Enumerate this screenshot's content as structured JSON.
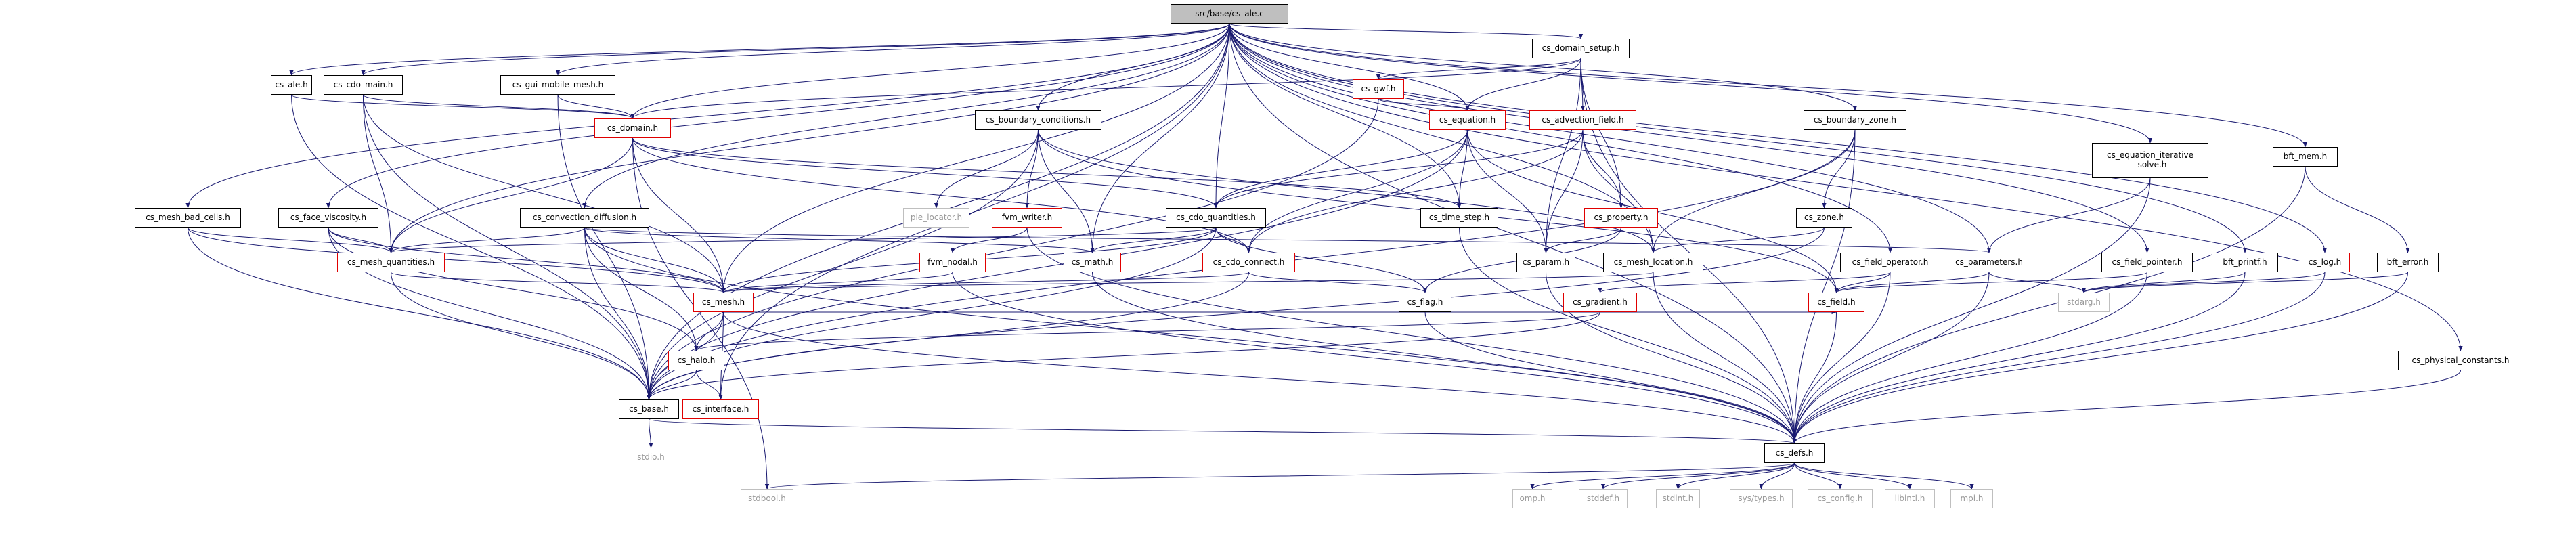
{
  "nodes": [
    {
      "id": "cs_ale_c",
      "label": "src/base/cs_ale.c",
      "kind": "root"
    },
    {
      "id": "cs_ale_h",
      "label": "cs_ale.h",
      "kind": "doc"
    },
    {
      "id": "cs_cdo_main_h",
      "label": "cs_cdo_main.h",
      "kind": "doc"
    },
    {
      "id": "cs_gui_mobile_mesh_h",
      "label": "cs_gui_mobile_mesh.h",
      "kind": "doc"
    },
    {
      "id": "cs_domain_setup_h",
      "label": "cs_domain_setup.h",
      "kind": "doc"
    },
    {
      "id": "cs_gwf_h",
      "label": "cs_gwf.h",
      "kind": "red"
    },
    {
      "id": "cs_domain_h",
      "label": "cs_domain.h",
      "kind": "red"
    },
    {
      "id": "cs_boundary_conditions_h",
      "label": "cs_boundary_conditions.h",
      "kind": "doc"
    },
    {
      "id": "cs_equation_h",
      "label": "cs_equation.h",
      "kind": "red"
    },
    {
      "id": "cs_advection_field_h",
      "label": "cs_advection_field.h",
      "kind": "red"
    },
    {
      "id": "cs_boundary_zone_h",
      "label": "cs_boundary_zone.h",
      "kind": "doc"
    },
    {
      "id": "cs_equation_iterative_solve_h",
      "label": "cs_equation_iterative\n_solve.h",
      "kind": "doc"
    },
    {
      "id": "bft_mem_h",
      "label": "bft_mem.h",
      "kind": "doc"
    },
    {
      "id": "cs_mesh_bad_cells_h",
      "label": "cs_mesh_bad_cells.h",
      "kind": "doc"
    },
    {
      "id": "cs_face_viscosity_h",
      "label": "cs_face_viscosity.h",
      "kind": "doc"
    },
    {
      "id": "cs_convection_diffusion_h",
      "label": "cs_convection_diffusion.h",
      "kind": "doc"
    },
    {
      "id": "ple_locator_h",
      "label": "ple_locator.h",
      "kind": "undoc"
    },
    {
      "id": "fvm_writer_h",
      "label": "fvm_writer.h",
      "kind": "red"
    },
    {
      "id": "cs_cdo_quantities_h",
      "label": "cs_cdo_quantities.h",
      "kind": "doc"
    },
    {
      "id": "cs_time_step_h",
      "label": "cs_time_step.h",
      "kind": "doc"
    },
    {
      "id": "cs_property_h",
      "label": "cs_property.h",
      "kind": "red"
    },
    {
      "id": "cs_zone_h",
      "label": "cs_zone.h",
      "kind": "doc"
    },
    {
      "id": "cs_mesh_quantities_h",
      "label": "cs_mesh_quantities.h",
      "kind": "red"
    },
    {
      "id": "fvm_nodal_h",
      "label": "fvm_nodal.h",
      "kind": "red"
    },
    {
      "id": "cs_math_h",
      "label": "cs_math.h",
      "kind": "red"
    },
    {
      "id": "cs_cdo_connect_h",
      "label": "cs_cdo_connect.h",
      "kind": "red"
    },
    {
      "id": "cs_param_h",
      "label": "cs_param.h",
      "kind": "doc"
    },
    {
      "id": "cs_mesh_location_h",
      "label": "cs_mesh_location.h",
      "kind": "doc"
    },
    {
      "id": "cs_field_operator_h",
      "label": "cs_field_operator.h",
      "kind": "doc"
    },
    {
      "id": "cs_parameters_h",
      "label": "cs_parameters.h",
      "kind": "red"
    },
    {
      "id": "cs_field_pointer_h",
      "label": "cs_field_pointer.h",
      "kind": "doc"
    },
    {
      "id": "bft_printf_h",
      "label": "bft_printf.h",
      "kind": "doc"
    },
    {
      "id": "cs_log_h",
      "label": "cs_log.h",
      "kind": "red"
    },
    {
      "id": "bft_error_h",
      "label": "bft_error.h",
      "kind": "doc"
    },
    {
      "id": "cs_mesh_h",
      "label": "cs_mesh.h",
      "kind": "red"
    },
    {
      "id": "cs_flag_h",
      "label": "cs_flag.h",
      "kind": "doc"
    },
    {
      "id": "cs_gradient_h",
      "label": "cs_gradient.h",
      "kind": "red"
    },
    {
      "id": "cs_field_h",
      "label": "cs_field.h",
      "kind": "red"
    },
    {
      "id": "stdarg_h",
      "label": "stdarg.h",
      "kind": "undoc"
    },
    {
      "id": "cs_physical_constants_h",
      "label": "cs_physical_constants.h",
      "kind": "doc"
    },
    {
      "id": "cs_halo_h",
      "label": "cs_halo.h",
      "kind": "red"
    },
    {
      "id": "cs_base_h",
      "label": "cs_base.h",
      "kind": "doc"
    },
    {
      "id": "cs_interface_h",
      "label": "cs_interface.h",
      "kind": "red"
    },
    {
      "id": "stdio_h",
      "label": "stdio.h",
      "kind": "undoc"
    },
    {
      "id": "cs_defs_h",
      "label": "cs_defs.h",
      "kind": "doc"
    },
    {
      "id": "stdbool_h",
      "label": "stdbool.h",
      "kind": "undoc"
    },
    {
      "id": "omp_h",
      "label": "omp.h",
      "kind": "undoc"
    },
    {
      "id": "stddef_h",
      "label": "stddef.h",
      "kind": "undoc"
    },
    {
      "id": "stdint_h",
      "label": "stdint.h",
      "kind": "undoc"
    },
    {
      "id": "sys_types_h",
      "label": "sys/types.h",
      "kind": "undoc"
    },
    {
      "id": "cs_config_h",
      "label": "cs_config.h",
      "kind": "undoc"
    },
    {
      "id": "libintl_h",
      "label": "libintl.h",
      "kind": "undoc"
    },
    {
      "id": "mpi_h",
      "label": "mpi.h",
      "kind": "undoc"
    }
  ],
  "edges": [
    [
      "cs_ale_c",
      "cs_ale_h"
    ],
    [
      "cs_ale_c",
      "cs_cdo_main_h"
    ],
    [
      "cs_ale_c",
      "cs_gui_mobile_mesh_h"
    ],
    [
      "cs_ale_c",
      "cs_domain_setup_h"
    ],
    [
      "cs_ale_c",
      "cs_domain_h"
    ],
    [
      "cs_ale_c",
      "cs_boundary_conditions_h"
    ],
    [
      "cs_ale_c",
      "cs_equation_h"
    ],
    [
      "cs_ale_c",
      "cs_boundary_zone_h"
    ],
    [
      "cs_ale_c",
      "cs_equation_iterative_solve_h"
    ],
    [
      "cs_ale_c",
      "bft_mem_h"
    ],
    [
      "cs_ale_c",
      "cs_mesh_bad_cells_h"
    ],
    [
      "cs_ale_c",
      "cs_face_viscosity_h"
    ],
    [
      "cs_ale_c",
      "cs_convection_diffusion_h"
    ],
    [
      "cs_ale_c",
      "cs_cdo_quantities_h"
    ],
    [
      "cs_ale_c",
      "cs_time_step_h"
    ],
    [
      "cs_ale_c",
      "cs_mesh_quantities_h"
    ],
    [
      "cs_ale_c",
      "cs_math_h"
    ],
    [
      "cs_ale_c",
      "cs_field_operator_h"
    ],
    [
      "cs_ale_c",
      "cs_field_pointer_h"
    ],
    [
      "cs_ale_c",
      "bft_printf_h"
    ],
    [
      "cs_ale_c",
      "cs_log_h"
    ],
    [
      "cs_ale_c",
      "cs_mesh_h"
    ],
    [
      "cs_ale_c",
      "cs_physical_constants_h"
    ],
    [
      "cs_ale_c",
      "cs_base_h"
    ],
    [
      "cs_ale_c",
      "cs_interface_h"
    ],
    [
      "cs_ale_c",
      "cs_defs_h"
    ],
    [
      "cs_ale_c",
      "cs_mesh_location_h"
    ],
    [
      "cs_ale_c",
      "cs_parameters_h"
    ],
    [
      "cs_ale_h",
      "cs_domain_h"
    ],
    [
      "cs_ale_h",
      "cs_base_h"
    ],
    [
      "cs_cdo_main_h",
      "cs_domain_h"
    ],
    [
      "cs_cdo_main_h",
      "cs_mesh_quantities_h"
    ],
    [
      "cs_cdo_main_h",
      "cs_base_h"
    ],
    [
      "cs_cdo_main_h",
      "cs_mesh_h"
    ],
    [
      "cs_gui_mobile_mesh_h",
      "cs_domain_h"
    ],
    [
      "cs_gui_mobile_mesh_h",
      "cs_base_h"
    ],
    [
      "cs_domain_setup_h",
      "cs_domain_h"
    ],
    [
      "cs_domain_setup_h",
      "cs_gwf_h"
    ],
    [
      "cs_domain_setup_h",
      "cs_equation_h"
    ],
    [
      "cs_domain_setup_h",
      "cs_advection_field_h"
    ],
    [
      "cs_domain_setup_h",
      "cs_property_h"
    ],
    [
      "cs_domain_setup_h",
      "cs_param_h"
    ],
    [
      "cs_domain_setup_h",
      "cs_defs_h"
    ],
    [
      "cs_gwf_h",
      "cs_equation_h"
    ],
    [
      "cs_gwf_h",
      "cs_base_h"
    ],
    [
      "cs_domain_h",
      "cs_mesh_quantities_h"
    ],
    [
      "cs_domain_h",
      "cs_mesh_h"
    ],
    [
      "cs_domain_h",
      "cs_cdo_quantities_h"
    ],
    [
      "cs_domain_h",
      "cs_time_step_h"
    ],
    [
      "cs_domain_h",
      "cs_cdo_connect_h"
    ],
    [
      "cs_domain_h",
      "stdbool_h"
    ],
    [
      "cs_boundary_conditions_h",
      "ple_locator_h"
    ],
    [
      "cs_boundary_conditions_h",
      "fvm_writer_h"
    ],
    [
      "cs_boundary_conditions_h",
      "cs_math_h"
    ],
    [
      "cs_boundary_conditions_h",
      "cs_mesh_location_h"
    ],
    [
      "cs_boundary_conditions_h",
      "cs_base_h"
    ],
    [
      "cs_boundary_conditions_h",
      "cs_field_h"
    ],
    [
      "cs_equation_h",
      "cs_cdo_quantities_h"
    ],
    [
      "cs_equation_h",
      "cs_time_step_h"
    ],
    [
      "cs_equation_h",
      "cs_cdo_connect_h"
    ],
    [
      "cs_equation_h",
      "cs_param_h"
    ],
    [
      "cs_equation_h",
      "cs_field_h"
    ],
    [
      "cs_equation_h",
      "cs_base_h"
    ],
    [
      "cs_advection_field_h",
      "cs_cdo_quantities_h"
    ],
    [
      "cs_advection_field_h",
      "cs_cdo_connect_h"
    ],
    [
      "cs_advection_field_h",
      "cs_property_h"
    ],
    [
      "cs_advection_field_h",
      "cs_param_h"
    ],
    [
      "cs_advection_field_h",
      "cs_mesh_location_h"
    ],
    [
      "cs_boundary_zone_h",
      "cs_zone_h"
    ],
    [
      "cs_boundary_zone_h",
      "cs_mesh_location_h"
    ],
    [
      "cs_boundary_zone_h",
      "cs_defs_h"
    ],
    [
      "cs_boundary_zone_h",
      "cs_base_h"
    ],
    [
      "cs_equation_iterative_solve_h",
      "cs_parameters_h"
    ],
    [
      "cs_equation_iterative_solve_h",
      "cs_defs_h"
    ],
    [
      "bft_mem_h",
      "bft_error_h"
    ],
    [
      "bft_mem_h",
      "cs_defs_h"
    ],
    [
      "cs_mesh_bad_cells_h",
      "cs_mesh_quantities_h"
    ],
    [
      "cs_mesh_bad_cells_h",
      "cs_mesh_h"
    ],
    [
      "cs_mesh_bad_cells_h",
      "cs_base_h"
    ],
    [
      "cs_face_viscosity_h",
      "cs_mesh_quantities_h"
    ],
    [
      "cs_face_viscosity_h",
      "cs_mesh_h"
    ],
    [
      "cs_face_viscosity_h",
      "cs_halo_h"
    ],
    [
      "cs_face_viscosity_h",
      "cs_base_h"
    ],
    [
      "cs_convection_diffusion_h",
      "cs_mesh_quantities_h"
    ],
    [
      "cs_convection_diffusion_h",
      "cs_math_h"
    ],
    [
      "cs_convection_diffusion_h",
      "cs_parameters_h"
    ],
    [
      "cs_convection_diffusion_h",
      "cs_halo_h"
    ],
    [
      "cs_convection_diffusion_h",
      "cs_base_h"
    ],
    [
      "cs_convection_diffusion_h",
      "cs_defs_h"
    ],
    [
      "cs_convection_diffusion_h",
      "cs_mesh_h"
    ],
    [
      "fvm_writer_h",
      "fvm_nodal_h"
    ],
    [
      "fvm_writer_h",
      "cs_defs_h"
    ],
    [
      "cs_cdo_quantities_h",
      "cs_math_h"
    ],
    [
      "cs_cdo_quantities_h",
      "cs_cdo_connect_h"
    ],
    [
      "cs_cdo_quantities_h",
      "cs_flag_h"
    ],
    [
      "cs_cdo_quantities_h",
      "cs_mesh_h"
    ],
    [
      "cs_cdo_quantities_h",
      "cs_mesh_quantities_h"
    ],
    [
      "cs_cdo_quantities_h",
      "cs_base_h"
    ],
    [
      "cs_time_step_h",
      "cs_defs_h"
    ],
    [
      "cs_property_h",
      "cs_param_h"
    ],
    [
      "cs_property_h",
      "cs_flag_h"
    ],
    [
      "cs_zone_h",
      "cs_mesh_location_h"
    ],
    [
      "cs_zone_h",
      "cs_base_h"
    ],
    [
      "cs_mesh_quantities_h",
      "cs_mesh_h"
    ],
    [
      "cs_mesh_quantities_h",
      "cs_base_h"
    ],
    [
      "fvm_nodal_h",
      "cs_mesh_h"
    ],
    [
      "fvm_nodal_h",
      "cs_defs_h"
    ],
    [
      "cs_math_h",
      "cs_defs_h"
    ],
    [
      "cs_cdo_connect_h",
      "cs_flag_h"
    ],
    [
      "cs_cdo_connect_h",
      "cs_mesh_h"
    ],
    [
      "cs_cdo_connect_h",
      "cs_base_h"
    ],
    [
      "cs_param_h",
      "cs_defs_h"
    ],
    [
      "cs_mesh_location_h",
      "cs_mesh_h"
    ],
    [
      "cs_mesh_location_h",
      "cs_defs_h"
    ],
    [
      "cs_field_operator_h",
      "cs_field_h"
    ],
    [
      "cs_field_operator_h",
      "cs_gradient_h"
    ],
    [
      "cs_field_operator_h",
      "cs_defs_h"
    ],
    [
      "cs_parameters_h",
      "cs_field_h"
    ],
    [
      "cs_parameters_h",
      "stdarg_h"
    ],
    [
      "cs_parameters_h",
      "cs_defs_h"
    ],
    [
      "cs_field_pointer_h",
      "cs_field_h"
    ],
    [
      "cs_field_pointer_h",
      "cs_defs_h"
    ],
    [
      "bft_printf_h",
      "stdarg_h"
    ],
    [
      "bft_printf_h",
      "cs_defs_h"
    ],
    [
      "cs_log_h",
      "stdarg_h"
    ],
    [
      "cs_log_h",
      "cs_defs_h"
    ],
    [
      "bft_error_h",
      "stdarg_h"
    ],
    [
      "bft_error_h",
      "cs_defs_h"
    ],
    [
      "cs_mesh_h",
      "cs_halo_h"
    ],
    [
      "cs_mesh_h",
      "cs_interface_h"
    ],
    [
      "cs_mesh_h",
      "cs_base_h"
    ],
    [
      "cs_mesh_h",
      "cs_defs_h"
    ],
    [
      "cs_mesh_h",
      "cs_field_h"
    ],
    [
      "cs_flag_h",
      "cs_defs_h"
    ],
    [
      "cs_gradient_h",
      "cs_halo_h"
    ],
    [
      "cs_gradient_h",
      "cs_base_h"
    ],
    [
      "cs_field_h",
      "cs_defs_h"
    ],
    [
      "cs_physical_constants_h",
      "cs_defs_h"
    ],
    [
      "cs_halo_h",
      "cs_interface_h"
    ],
    [
      "cs_halo_h",
      "cs_base_h"
    ],
    [
      "cs_base_h",
      "stdio_h"
    ],
    [
      "cs_base_h",
      "cs_defs_h"
    ],
    [
      "cs_defs_h",
      "stdbool_h"
    ],
    [
      "cs_defs_h",
      "omp_h"
    ],
    [
      "cs_defs_h",
      "stddef_h"
    ],
    [
      "cs_defs_h",
      "stdint_h"
    ],
    [
      "cs_defs_h",
      "sys_types_h"
    ],
    [
      "cs_defs_h",
      "cs_config_h"
    ],
    [
      "cs_defs_h",
      "libintl_h"
    ],
    [
      "cs_defs_h",
      "mpi_h"
    ]
  ],
  "colors": {
    "edge": "#191970",
    "node_border": "#000000",
    "red_border": "#e00000",
    "undoc_border": "#bfbfbf",
    "undoc_text": "#9a9a9a",
    "root_fill": "#bfbfbf"
  }
}
